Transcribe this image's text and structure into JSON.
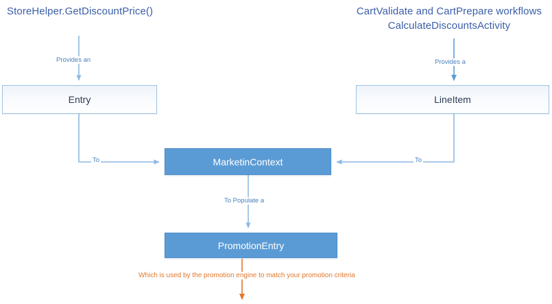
{
  "diagram": {
    "title_left": "StoreHelper.GetDiscountPrice()",
    "title_right_line1": "CartValidate and CartPrepare workflows",
    "title_right_line2": "CalculateDiscountsActivity",
    "nodes": [
      {
        "id": "entry",
        "label": "Entry",
        "style": "light"
      },
      {
        "id": "lineitem",
        "label": "LineItem",
        "style": "light"
      },
      {
        "id": "marketincontext",
        "label": "MarketinContext",
        "style": "filled"
      },
      {
        "id": "promotionentry",
        "label": "PromotionEntry",
        "style": "filled"
      }
    ],
    "edges": [
      {
        "id": "provides-an",
        "label": "Provides an",
        "from": "StoreHelper.GetDiscountPrice()",
        "to": "Entry",
        "color": "#8eb9e3"
      },
      {
        "id": "provides-a",
        "label": "Provides a",
        "from": "CalculateDiscountsActivity",
        "to": "LineItem",
        "color": "#5b9bd5"
      },
      {
        "id": "to-left",
        "label": "To",
        "from": "Entry",
        "to": "MarketinContext",
        "color": "#8eb9e3"
      },
      {
        "id": "to-right",
        "label": "To",
        "from": "LineItem",
        "to": "MarketinContext",
        "color": "#8eb9e3"
      },
      {
        "id": "to-populate-a",
        "label": "To Populate a",
        "from": "MarketinContext",
        "to": "PromotionEntry",
        "color": "#8eb9e3"
      },
      {
        "id": "promotion-criteria",
        "label": "Which is used by the promotion engine to match your promotion criteria",
        "from": "PromotionEntry",
        "to": "",
        "color": "#e0772b"
      }
    ],
    "colors": {
      "header_text": "#3b5ea8",
      "node_fill": "#5b9bd5",
      "node_border": "#4a8cc7",
      "light_border": "#9dc3e6",
      "connector_blue": "#8eb9e3",
      "connector_orange": "#e0772b",
      "background": "#ffffff"
    }
  }
}
